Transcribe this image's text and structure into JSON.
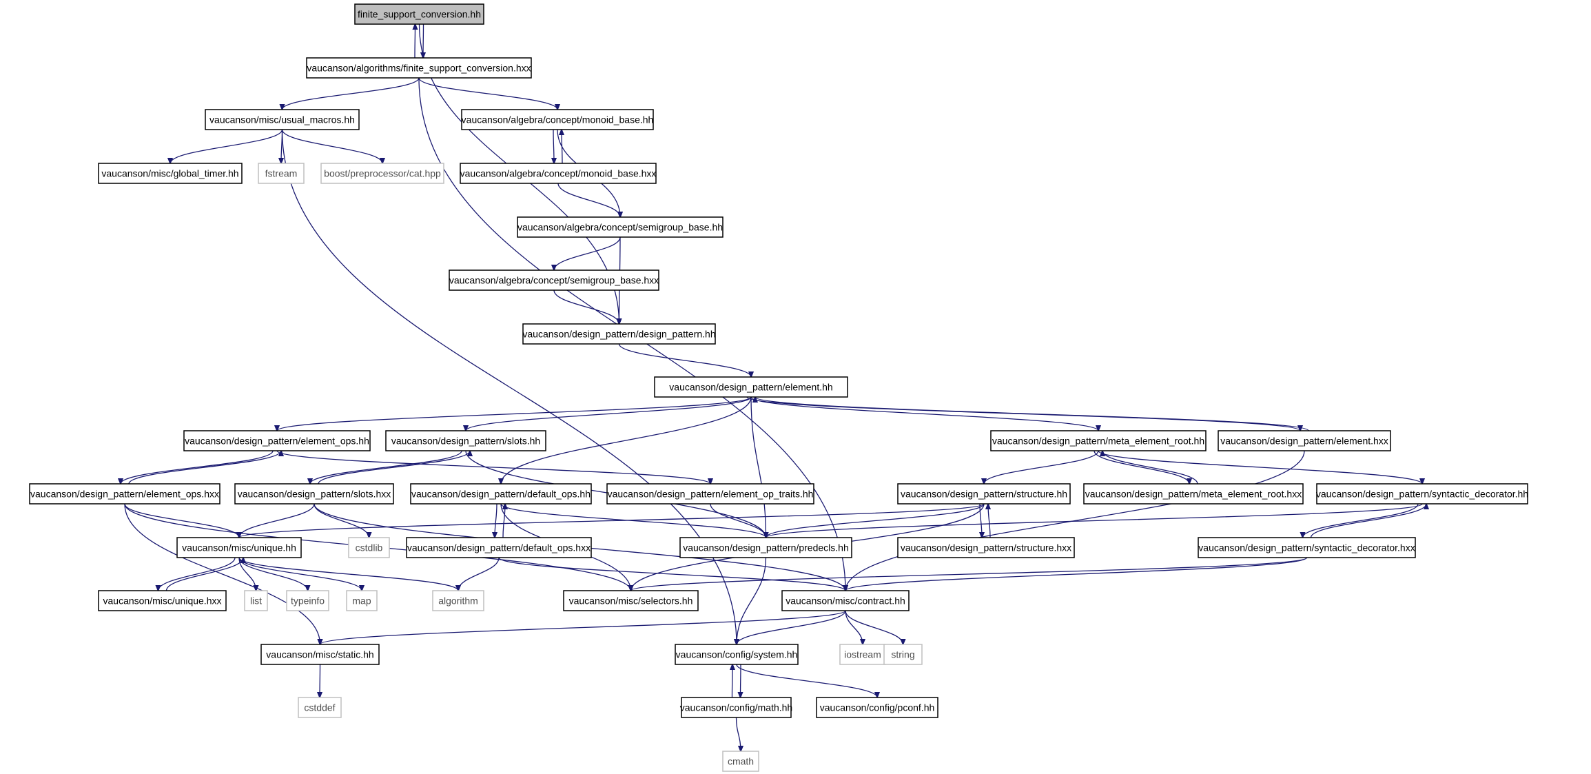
{
  "nodes": [
    {
      "id": "root",
      "label": "finite_support_conversion.hh",
      "kind": "root"
    },
    {
      "id": "fsc_hxx",
      "label": "vaucanson/algorithms/finite_support_conversion.hxx",
      "kind": "file"
    },
    {
      "id": "usual_macros",
      "label": "vaucanson/misc/usual_macros.hh",
      "kind": "file"
    },
    {
      "id": "monoid_hh",
      "label": "vaucanson/algebra/concept/monoid_base.hh",
      "kind": "file"
    },
    {
      "id": "global_timer",
      "label": "vaucanson/misc/global_timer.hh",
      "kind": "file"
    },
    {
      "id": "fstream",
      "label": "fstream",
      "kind": "system"
    },
    {
      "id": "boost_cat",
      "label": "boost/preprocessor/cat.hpp",
      "kind": "system"
    },
    {
      "id": "monoid_hxx",
      "label": "vaucanson/algebra/concept/monoid_base.hxx",
      "kind": "file"
    },
    {
      "id": "semigroup_hh",
      "label": "vaucanson/algebra/concept/semigroup_base.hh",
      "kind": "file"
    },
    {
      "id": "semigroup_hxx",
      "label": "vaucanson/algebra/concept/semigroup_base.hxx",
      "kind": "file"
    },
    {
      "id": "design_pattern",
      "label": "vaucanson/design_pattern/design_pattern.hh",
      "kind": "file"
    },
    {
      "id": "element_hh",
      "label": "vaucanson/design_pattern/element.hh",
      "kind": "file"
    },
    {
      "id": "element_ops_hh",
      "label": "vaucanson/design_pattern/element_ops.hh",
      "kind": "file"
    },
    {
      "id": "slots_hh",
      "label": "vaucanson/design_pattern/slots.hh",
      "kind": "file"
    },
    {
      "id": "meta_root_hh",
      "label": "vaucanson/design_pattern/meta_element_root.hh",
      "kind": "file"
    },
    {
      "id": "element_hxx",
      "label": "vaucanson/design_pattern/element.hxx",
      "kind": "file"
    },
    {
      "id": "element_ops_hxx",
      "label": "vaucanson/design_pattern/element_ops.hxx",
      "kind": "file"
    },
    {
      "id": "slots_hxx",
      "label": "vaucanson/design_pattern/slots.hxx",
      "kind": "file"
    },
    {
      "id": "default_ops_hh",
      "label": "vaucanson/design_pattern/default_ops.hh",
      "kind": "file"
    },
    {
      "id": "op_traits",
      "label": "vaucanson/design_pattern/element_op_traits.hh",
      "kind": "file"
    },
    {
      "id": "structure_hh",
      "label": "vaucanson/design_pattern/structure.hh",
      "kind": "file"
    },
    {
      "id": "meta_root_hxx",
      "label": "vaucanson/design_pattern/meta_element_root.hxx",
      "kind": "file"
    },
    {
      "id": "synt_hh",
      "label": "vaucanson/design_pattern/syntactic_decorator.hh",
      "kind": "file"
    },
    {
      "id": "unique_hh",
      "label": "vaucanson/misc/unique.hh",
      "kind": "file"
    },
    {
      "id": "cstdlib",
      "label": "cstdlib",
      "kind": "system"
    },
    {
      "id": "default_ops_hxx",
      "label": "vaucanson/design_pattern/default_ops.hxx",
      "kind": "file"
    },
    {
      "id": "predecls",
      "label": "vaucanson/design_pattern/predecls.hh",
      "kind": "file"
    },
    {
      "id": "structure_hxx",
      "label": "vaucanson/design_pattern/structure.hxx",
      "kind": "file"
    },
    {
      "id": "synt_hxx",
      "label": "vaucanson/design_pattern/syntactic_decorator.hxx",
      "kind": "file"
    },
    {
      "id": "unique_hxx",
      "label": "vaucanson/misc/unique.hxx",
      "kind": "file"
    },
    {
      "id": "list",
      "label": "list",
      "kind": "system"
    },
    {
      "id": "typeinfo",
      "label": "typeinfo",
      "kind": "system"
    },
    {
      "id": "map",
      "label": "map",
      "kind": "system"
    },
    {
      "id": "algorithm",
      "label": "algorithm",
      "kind": "system"
    },
    {
      "id": "selectors",
      "label": "vaucanson/misc/selectors.hh",
      "kind": "file"
    },
    {
      "id": "contract",
      "label": "vaucanson/misc/contract.hh",
      "kind": "file"
    },
    {
      "id": "static_hh",
      "label": "vaucanson/misc/static.hh",
      "kind": "file"
    },
    {
      "id": "system_hh",
      "label": "vaucanson/config/system.hh",
      "kind": "file"
    },
    {
      "id": "iostream",
      "label": "iostream",
      "kind": "system"
    },
    {
      "id": "string",
      "label": "string",
      "kind": "system"
    },
    {
      "id": "cstddef",
      "label": "cstddef",
      "kind": "system"
    },
    {
      "id": "math_hh",
      "label": "vaucanson/config/math.hh",
      "kind": "file"
    },
    {
      "id": "pconf_hh",
      "label": "vaucanson/config/pconf.hh",
      "kind": "file"
    },
    {
      "id": "cmath",
      "label": "cmath",
      "kind": "system"
    }
  ],
  "edges": [
    [
      "root",
      "fsc_hxx"
    ],
    [
      "fsc_hxx",
      "root"
    ],
    [
      "root",
      "design_pattern"
    ],
    [
      "fsc_hxx",
      "usual_macros"
    ],
    [
      "fsc_hxx",
      "monoid_hh"
    ],
    [
      "fsc_hxx",
      "contract"
    ],
    [
      "usual_macros",
      "global_timer"
    ],
    [
      "usual_macros",
      "fstream"
    ],
    [
      "usual_macros",
      "boost_cat"
    ],
    [
      "usual_macros",
      "system_hh"
    ],
    [
      "monoid_hh",
      "monoid_hxx"
    ],
    [
      "monoid_hxx",
      "monoid_hh"
    ],
    [
      "monoid_hh",
      "semigroup_hh"
    ],
    [
      "monoid_hxx",
      "semigroup_hh"
    ],
    [
      "semigroup_hh",
      "semigroup_hxx"
    ],
    [
      "semigroup_hh",
      "design_pattern"
    ],
    [
      "semigroup_hxx",
      "design_pattern"
    ],
    [
      "design_pattern",
      "element_hh"
    ],
    [
      "element_hh",
      "element_ops_hh"
    ],
    [
      "element_hh",
      "slots_hh"
    ],
    [
      "element_hh",
      "default_ops_hh"
    ],
    [
      "element_hh",
      "predecls"
    ],
    [
      "element_hh",
      "meta_root_hh"
    ],
    [
      "element_hh",
      "element_hxx"
    ],
    [
      "element_hxx",
      "element_hh"
    ],
    [
      "element_ops_hh",
      "element_ops_hxx"
    ],
    [
      "element_ops_hxx",
      "element_ops_hh"
    ],
    [
      "element_ops_hh",
      "op_traits"
    ],
    [
      "slots_hh",
      "slots_hxx"
    ],
    [
      "slots_hxx",
      "slots_hh"
    ],
    [
      "slots_hh",
      "predecls"
    ],
    [
      "meta_root_hh",
      "meta_root_hxx"
    ],
    [
      "meta_root_hxx",
      "meta_root_hh"
    ],
    [
      "meta_root_hh",
      "structure_hh"
    ],
    [
      "meta_root_hh",
      "synt_hh"
    ],
    [
      "element_hxx",
      "contract"
    ],
    [
      "element_ops_hxx",
      "unique_hh"
    ],
    [
      "element_ops_hxx",
      "selectors"
    ],
    [
      "element_ops_hxx",
      "static_hh"
    ],
    [
      "slots_hxx",
      "unique_hh"
    ],
    [
      "slots_hxx",
      "cstdlib"
    ],
    [
      "slots_hxx",
      "contract"
    ],
    [
      "default_ops_hh",
      "default_ops_hxx"
    ],
    [
      "default_ops_hxx",
      "default_ops_hh"
    ],
    [
      "default_ops_hh",
      "predecls"
    ],
    [
      "default_ops_hh",
      "selectors"
    ],
    [
      "op_traits",
      "predecls"
    ],
    [
      "structure_hh",
      "structure_hxx"
    ],
    [
      "structure_hxx",
      "structure_hh"
    ],
    [
      "structure_hh",
      "predecls"
    ],
    [
      "structure_hh",
      "unique_hh"
    ],
    [
      "structure_hh",
      "selectors"
    ],
    [
      "synt_hh",
      "synt_hxx"
    ],
    [
      "synt_hxx",
      "synt_hh"
    ],
    [
      "synt_hh",
      "predecls"
    ],
    [
      "synt_hxx",
      "selectors"
    ],
    [
      "synt_hxx",
      "contract"
    ],
    [
      "unique_hh",
      "unique_hxx"
    ],
    [
      "unique_hxx",
      "unique_hh"
    ],
    [
      "unique_hh",
      "list"
    ],
    [
      "unique_hh",
      "typeinfo"
    ],
    [
      "unique_hh",
      "map"
    ],
    [
      "unique_hh",
      "algorithm"
    ],
    [
      "default_ops_hxx",
      "algorithm"
    ],
    [
      "default_ops_hxx",
      "contract"
    ],
    [
      "predecls",
      "system_hh"
    ],
    [
      "contract",
      "static_hh"
    ],
    [
      "contract",
      "system_hh"
    ],
    [
      "contract",
      "iostream"
    ],
    [
      "contract",
      "string"
    ],
    [
      "static_hh",
      "cstddef"
    ],
    [
      "system_hh",
      "math_hh"
    ],
    [
      "math_hh",
      "system_hh"
    ],
    [
      "system_hh",
      "pconf_hh"
    ],
    [
      "math_hh",
      "cmath"
    ]
  ]
}
